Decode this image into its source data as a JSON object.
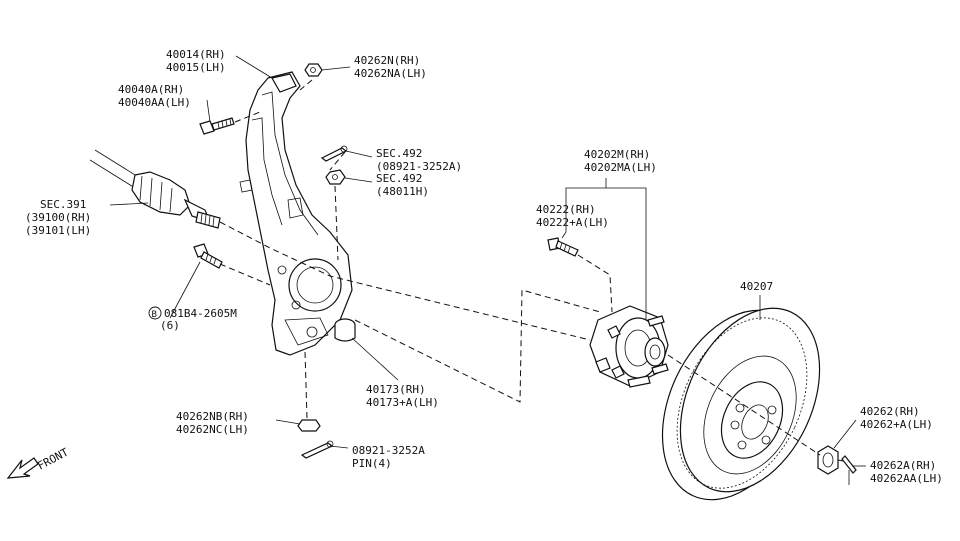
{
  "labels": {
    "knuckle": [
      "40014(RH)",
      "40015(LH)"
    ],
    "upper_nut": [
      "40262N(RH)",
      "40262NA(LH)"
    ],
    "upper_bolt": [
      "40040A(RH)",
      "40040AA(LH)"
    ],
    "cotter_sec492": [
      "SEC.492",
      "(08921-3252A)"
    ],
    "nut_sec492": [
      "SEC.492",
      "(48011H)"
    ],
    "driveshaft": [
      "SEC.391",
      "(39100(RH)",
      "(39101(LH)"
    ],
    "lower_bolt": [
      "081B4-2605M",
      "(6)"
    ],
    "bolt_marker": "B",
    "hub_assy": [
      "40202M(RH)",
      "40202MA(LH)"
    ],
    "hub_bolt": [
      "40222(RH)",
      "40222+A(LH)"
    ],
    "rotor": "40207",
    "bushing": [
      "40173(RH)",
      "40173+A(LH)"
    ],
    "lower_nut": [
      "40262NB(RH)",
      "40262NC(LH)"
    ],
    "pin": [
      "08921-3252A",
      "PIN(4)"
    ],
    "axle_nut": [
      "40262(RH)",
      "40262+A(LH)"
    ],
    "axle_nut_b": [
      "40262A(RH)",
      "40262AA(LH)"
    ],
    "front": "FRONT"
  }
}
